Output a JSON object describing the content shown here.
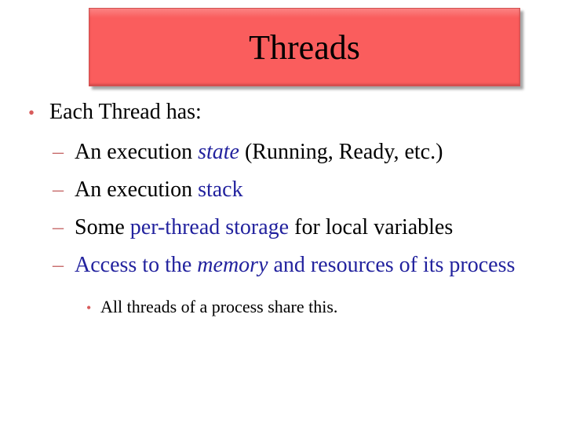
{
  "slide": {
    "title": "Threads",
    "colors": {
      "background": "#ffffff",
      "title_box_fill": "#fa5d5d",
      "title_box_border": "#cf5252",
      "title_text": "#000000",
      "body_text": "#000000",
      "emphasis_text": "#22229e",
      "marker_dash": "#c86e6e",
      "marker_dot": "#d85c5c",
      "shadow": "#a6a6a6"
    },
    "bullets": [
      {
        "level": 1,
        "marker": "•",
        "segments": [
          {
            "text": "Each Thread has:"
          }
        ]
      },
      {
        "level": 2,
        "marker": "–",
        "segments": [
          {
            "text": "An execution "
          },
          {
            "text": "state",
            "emphasis": true,
            "italic": true
          },
          {
            "text": " (Running, Ready, etc.)"
          }
        ]
      },
      {
        "level": 2,
        "marker": "–",
        "segments": [
          {
            "text": "An execution "
          },
          {
            "text": "stack",
            "emphasis": true
          }
        ]
      },
      {
        "level": 2,
        "marker": "–",
        "segments": [
          {
            "text": "Some "
          },
          {
            "text": "per-thread storage",
            "emphasis": true
          },
          {
            "text": " for local variables"
          }
        ]
      },
      {
        "level": 2,
        "marker": "–",
        "segments": [
          {
            "text": "Access to the ",
            "emphasis": true
          },
          {
            "text": "memory",
            "emphasis": true,
            "italic": true
          },
          {
            "text": " and resources of its process",
            "emphasis": true
          }
        ]
      },
      {
        "level": 3,
        "marker": "•",
        "segments": [
          {
            "text": "All threads of a process share this."
          }
        ]
      }
    ]
  }
}
